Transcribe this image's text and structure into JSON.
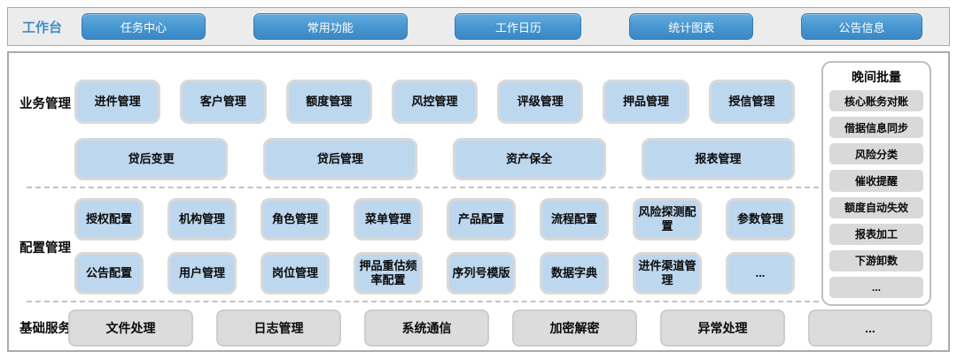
{
  "workbench": {
    "label": "工作台",
    "buttons": [
      "任务中心",
      "常用功能",
      "工作日历",
      "统计图表",
      "公告信息"
    ]
  },
  "business": {
    "label": "业务管理",
    "row1": [
      "进件管理",
      "客户管理",
      "额度管理",
      "风控管理",
      "评级管理",
      "押品管理",
      "授信管理"
    ],
    "row2": [
      "贷后变更",
      "贷后管理",
      "资产保全",
      "报表管理"
    ]
  },
  "config": {
    "label": "配置管理",
    "row1": [
      "授权配置",
      "机构管理",
      "角色管理",
      "菜单管理",
      "产品配置",
      "流程配置",
      "风险探测配置",
      "参数管理"
    ],
    "row2": [
      "公告配置",
      "用户管理",
      "岗位管理",
      "押品重估频率配置",
      "序列号模版",
      "数据字典",
      "进件渠道管理",
      "..."
    ]
  },
  "base": {
    "label": "基础服务",
    "items": [
      "文件处理",
      "日志管理",
      "系统通信",
      "加密解密",
      "异常处理",
      "..."
    ]
  },
  "night_batch": {
    "title": "晚间批量",
    "items": [
      "核心账务对账",
      "借据信息同步",
      "风险分类",
      "催收提醒",
      "额度自动失效",
      "报表加工",
      "下游卸数",
      "..."
    ]
  },
  "colors": {
    "accent_blue": "#3E8ECB",
    "button_gradient_top": "#63ABDE",
    "button_gradient_bottom": "#3A89C6",
    "light_blue_fill": "#BDD7EE",
    "gray_fill": "#D9D9D9",
    "border_gray": "#ABABAB"
  }
}
